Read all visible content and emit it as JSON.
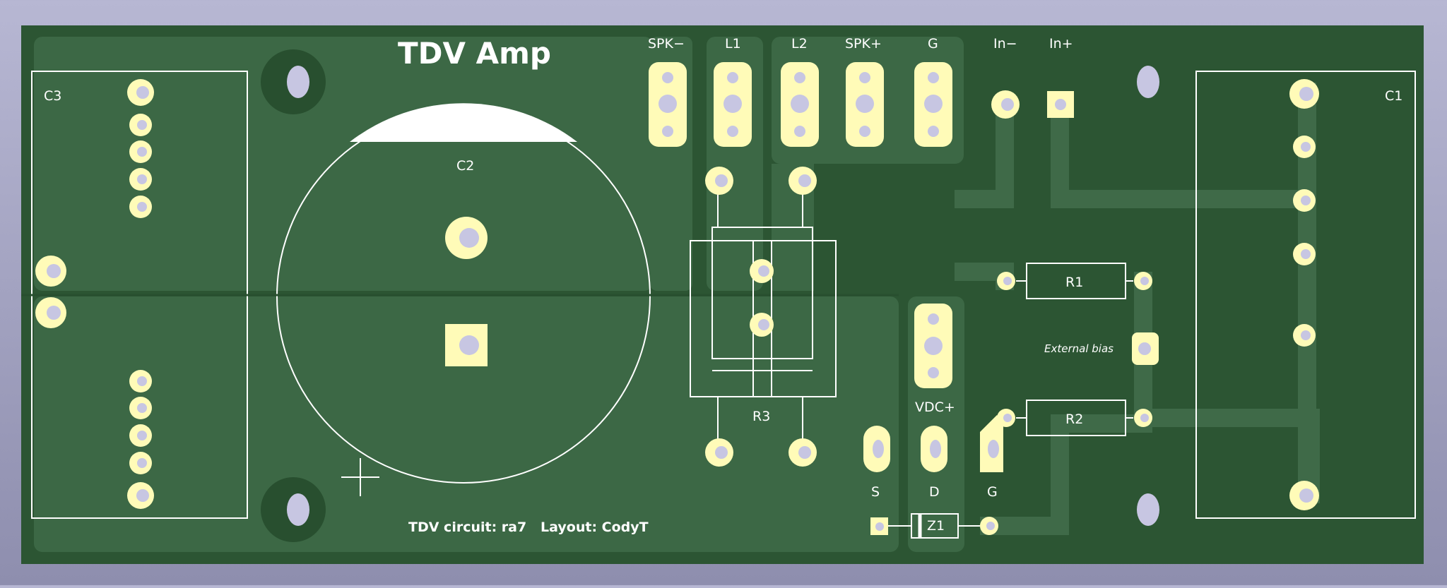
{
  "board": {
    "title": "TDV Amp",
    "credit": "TDV circuit: ra7   Layout: CodyT"
  },
  "components": {
    "c1": "C1",
    "c2": "C2",
    "c3": "C3",
    "r1": "R1",
    "r2": "R2",
    "r3": "R3",
    "z1": "Z1",
    "external_bias": "External bias"
  },
  "connectors": {
    "spk_minus": "SPK−",
    "l1": "L1",
    "l2": "L2",
    "spk_plus": "SPK+",
    "g_top": "G",
    "in_minus": "In−",
    "in_plus": "In+",
    "vdc_plus": "VDC+",
    "s": "S",
    "d": "D",
    "g_bottom": "G"
  },
  "colors": {
    "board": "#2c5533",
    "copper": "#3c6845",
    "pad": "#fffbb8",
    "hole": "#c7c6e2",
    "silkscreen": "#ffffff"
  }
}
